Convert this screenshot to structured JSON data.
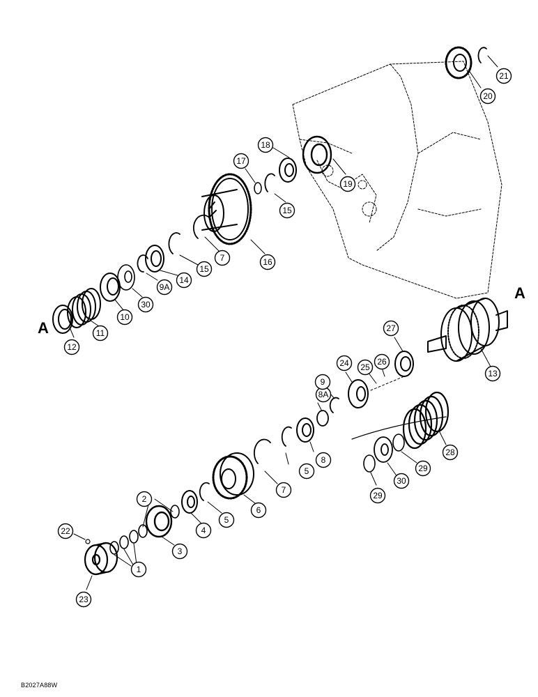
{
  "drawing_code": "B2027A88W",
  "section_markers": [
    "A",
    "A"
  ],
  "callouts": [
    "1",
    "2",
    "3",
    "4",
    "5",
    "5",
    "6",
    "7",
    "7",
    "8",
    "8A",
    "9",
    "9A",
    "10",
    "11",
    "12",
    "13",
    "14",
    "15",
    "15",
    "16",
    "17",
    "18",
    "19",
    "20",
    "21",
    "22",
    "23",
    "24",
    "25",
    "26",
    "27",
    "28",
    "29",
    "29",
    "30",
    "30"
  ]
}
